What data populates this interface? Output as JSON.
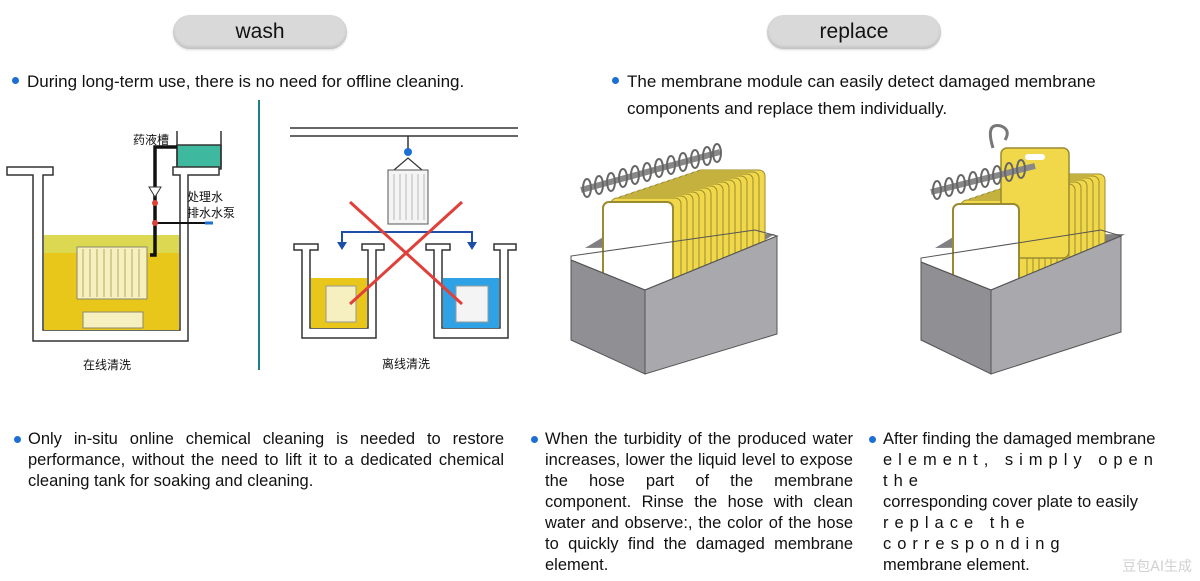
{
  "headers": {
    "wash": "wash",
    "replace": "replace"
  },
  "wash": {
    "intro": "During long-term use, there is no need for offline cleaning.",
    "online_caption": "在线清洗",
    "offline_caption": "离线清洗",
    "tank_label": "药液槽",
    "pump_label_1": "处理水",
    "pump_label_2": "排水水泵",
    "desc": "Only in-situ online chemical cleaning is needed to restore performance, without the need to lift it to a dedicated chemical cleaning tank for soaking and cleaning."
  },
  "replace": {
    "intro_line1": "The membrane module can easily detect damaged membrane",
    "intro_line2": "components and replace them individually.",
    "desc_left": "When the turbidity of the produced water increases, lower the liquid level to expose the hose part of the membrane component. Rinse the hose with clean water and observe:, the color of the hose to quickly find the damaged membrane element.",
    "desc_right_line1": "After finding the damaged membrane",
    "desc_right_line2": "element, simply open the",
    "desc_right_line3": "corresponding cover plate to easily",
    "desc_right_line4": "replace the corresponding",
    "desc_right_line5": "membrane element."
  },
  "watermark": "豆包AI生成",
  "colors": {
    "accent_blue": "#1d6fd6",
    "membrane_yellow": "#f0d84a",
    "tank_gray": "#9a9a9e",
    "cross_red": "#e0403a",
    "water_yellow": "#e9c71a",
    "water_blue": "#2fa2e6"
  },
  "icons": {
    "bullet": "blue-dot-bullet",
    "hook": "hanger-hook-icon"
  }
}
